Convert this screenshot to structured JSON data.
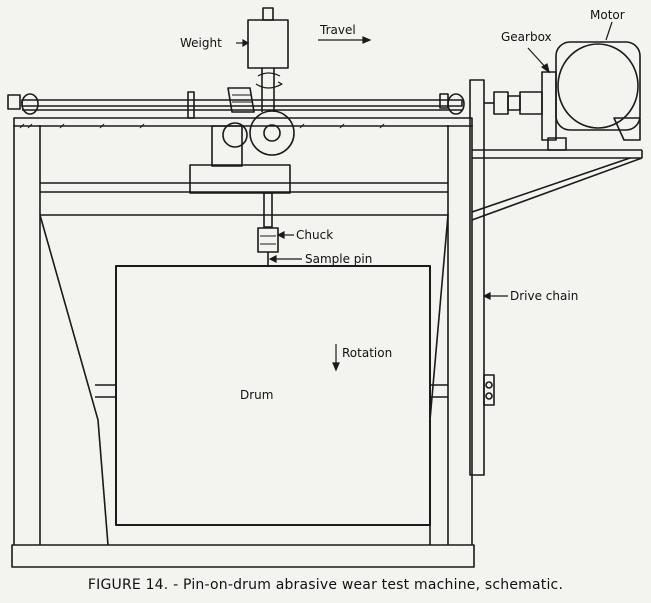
{
  "figure": {
    "labels": {
      "weight": "Weight",
      "travel": "Travel",
      "gearbox": "Gearbox",
      "motor": "Motor",
      "chuck": "Chuck",
      "sample_pin": "Sample pin",
      "drive_chain": "Drive chain",
      "rotation": "Rotation",
      "drum": "Drum"
    },
    "caption": "FIGURE 14. - Pin-on-drum abrasive wear test machine, schematic."
  }
}
